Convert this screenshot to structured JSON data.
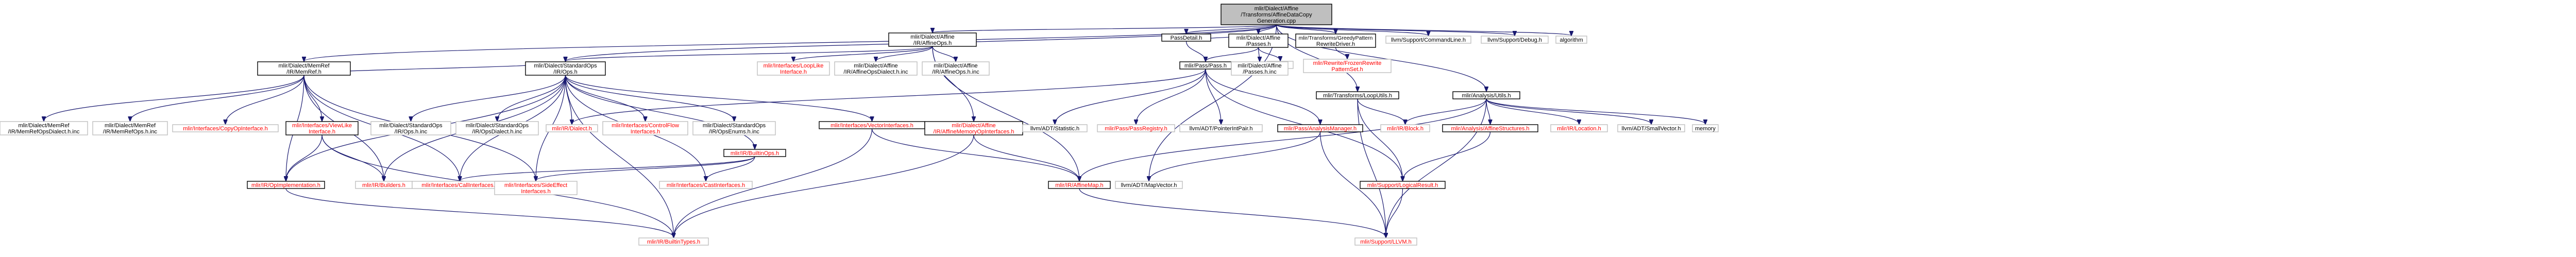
{
  "nodes": [
    {
      "id": "root",
      "lines": [
        "mlir/Dialect/Affine",
        "/Transforms/AffineDataCopy",
        "Generation.cpp"
      ],
      "kind": "root",
      "color": "black"
    },
    {
      "id": "memref",
      "lines": [
        "mlir/Dialect/MemRef",
        "/IR/MemRef.h"
      ],
      "kind": "normal",
      "color": "black"
    },
    {
      "id": "affineops",
      "lines": [
        "mlir/Dialect/Affine",
        "/IR/AffineOps.h"
      ],
      "kind": "normal",
      "color": "black"
    },
    {
      "id": "passdetail",
      "lines": [
        "PassDetail.h"
      ],
      "kind": "normal",
      "color": "black"
    },
    {
      "id": "affinepasses",
      "lines": [
        "mlir/Dialect/Affine",
        "/Passes.h"
      ],
      "kind": "normal",
      "color": "black"
    },
    {
      "id": "greedy",
      "lines": [
        "mlir/Transforms/GreedyPattern",
        "RewriteDriver.h"
      ],
      "kind": "normal",
      "color": "black"
    },
    {
      "id": "cmdline",
      "lines": [
        "llvm/Support/CommandLine.h"
      ],
      "kind": "missing",
      "color": "black"
    },
    {
      "id": "debug",
      "lines": [
        "llvm/Support/Debug.h"
      ],
      "kind": "missing",
      "color": "black"
    },
    {
      "id": "algorithm",
      "lines": [
        "algorithm"
      ],
      "kind": "missing",
      "color": "black"
    },
    {
      "id": "frozen",
      "lines": [
        "mlir/Rewrite/FrozenRewrite",
        "PatternSet.h"
      ],
      "kind": "missing",
      "color": "red"
    },
    {
      "id": "looputils",
      "lines": [
        "mlir/Transforms/LoopUtils.h"
      ],
      "kind": "normal",
      "color": "black"
    },
    {
      "id": "analysisutils",
      "lines": [
        "mlir/Analysis/Utils.h"
      ],
      "kind": "normal",
      "color": "black"
    },
    {
      "id": "limits",
      "lines": [
        "limits"
      ],
      "kind": "missing",
      "color": "black"
    },
    {
      "id": "passh",
      "lines": [
        "mlir/Pass/Pass.h"
      ],
      "kind": "normal",
      "color": "black"
    },
    {
      "id": "affinepasses2",
      "lines": [
        "mlir/Dialect/Affine",
        "/Passes.h.inc"
      ],
      "kind": "missing",
      "color": "black"
    },
    {
      "id": "stdops",
      "lines": [
        "mlir/Dialect/StandardOps",
        "/IR/Ops.h"
      ],
      "kind": "normal",
      "color": "black"
    },
    {
      "id": "loopinterface",
      "lines": [
        "mlir/Interfaces/LoopLike",
        "Interface.h"
      ],
      "kind": "missing",
      "color": "red"
    },
    {
      "id": "affdialectinc",
      "lines": [
        "mlir/Dialect/Affine",
        "/IR/AffineOpsDialect.h.inc"
      ],
      "kind": "missing",
      "color": "black"
    },
    {
      "id": "affopsinc",
      "lines": [
        "mlir/Dialect/Affine",
        "/IR/AffineOps.h.inc"
      ],
      "kind": "missing",
      "color": "black"
    },
    {
      "id": "memrefdialectinc",
      "lines": [
        "mlir/Dialect/MemRef",
        "/IR/MemRefOpsDialect.h.inc"
      ],
      "kind": "missing",
      "color": "black"
    },
    {
      "id": "memrefopsinc",
      "lines": [
        "mlir/Dialect/MemRef",
        "/IR/MemRefOps.h.inc"
      ],
      "kind": "missing",
      "color": "black"
    },
    {
      "id": "copyop",
      "lines": [
        "mlir/Interfaces/CopyOpInterface.h"
      ],
      "kind": "missing",
      "color": "red"
    },
    {
      "id": "viewlike",
      "lines": [
        "mlir/Interfaces/ViewLike",
        "Interface.h"
      ],
      "kind": "normal",
      "color": "red"
    },
    {
      "id": "stdopsinc",
      "lines": [
        "mlir/Dialect/StandardOps",
        "/IR/Ops.h.inc"
      ],
      "kind": "missing",
      "color": "black"
    },
    {
      "id": "stddialectinc",
      "lines": [
        "mlir/Dialect/StandardOps",
        "/IR/OpsDialect.h.inc"
      ],
      "kind": "missing",
      "color": "black"
    },
    {
      "id": "dialect",
      "lines": [
        "mlir/IR/Dialect.h"
      ],
      "kind": "missing",
      "color": "red"
    },
    {
      "id": "controlflow",
      "lines": [
        "mlir/Interfaces/ControlFlow",
        "Interfaces.h"
      ],
      "kind": "missing",
      "color": "red"
    },
    {
      "id": "stdenums",
      "lines": [
        "mlir/Dialect/StandardOps",
        "/IR/OpsEnums.h.inc"
      ],
      "kind": "missing",
      "color": "black"
    },
    {
      "id": "builtinops",
      "lines": [
        "mlir/IR/BuiltinOps.h"
      ],
      "kind": "normal",
      "color": "red"
    },
    {
      "id": "vectorif",
      "lines": [
        "mlir/Interfaces/VectorInterfaces.h"
      ],
      "kind": "normal",
      "color": "red"
    },
    {
      "id": "affmemop",
      "lines": [
        "mlir/Dialect/Affine",
        "/IR/AffineMemoryOpInterfaces.h"
      ],
      "kind": "normal",
      "color": "red"
    },
    {
      "id": "statistic",
      "lines": [
        "llvm/ADT/Statistic.h"
      ],
      "kind": "missing",
      "color": "black"
    },
    {
      "id": "passregistry",
      "lines": [
        "mlir/Pass/PassRegistry.h"
      ],
      "kind": "missing",
      "color": "red"
    },
    {
      "id": "ptrintpair",
      "lines": [
        "llvm/ADT/PointerIntPair.h"
      ],
      "kind": "missing",
      "color": "black"
    },
    {
      "id": "analysismgr",
      "lines": [
        "mlir/Pass/AnalysisManager.h"
      ],
      "kind": "normal",
      "color": "red"
    },
    {
      "id": "block",
      "lines": [
        "mlir/IR/Block.h"
      ],
      "kind": "missing",
      "color": "red"
    },
    {
      "id": "affstruct",
      "lines": [
        "mlir/Analysis/AffineStructures.h"
      ],
      "kind": "normal",
      "color": "red"
    },
    {
      "id": "location",
      "lines": [
        "mlir/IR/Location.h"
      ],
      "kind": "missing",
      "color": "red"
    },
    {
      "id": "smallvector",
      "lines": [
        "llvm/ADT/SmallVector.h"
      ],
      "kind": "missing",
      "color": "black"
    },
    {
      "id": "memory",
      "lines": [
        "memory"
      ],
      "kind": "missing",
      "color": "black"
    },
    {
      "id": "opimpl",
      "lines": [
        "mlir/IR/OpImplementation.h"
      ],
      "kind": "normal",
      "color": "red"
    },
    {
      "id": "builders",
      "lines": [
        "mlir/IR/Builders.h"
      ],
      "kind": "missing",
      "color": "red"
    },
    {
      "id": "callif",
      "lines": [
        "mlir/Interfaces/CallInterfaces.h"
      ],
      "kind": "missing",
      "color": "red"
    },
    {
      "id": "sideeffect",
      "lines": [
        "mlir/Interfaces/SideEffect",
        "Interfaces.h"
      ],
      "kind": "missing",
      "color": "red"
    },
    {
      "id": "castif",
      "lines": [
        "mlir/Interfaces/CastInterfaces.h"
      ],
      "kind": "missing",
      "color": "red"
    },
    {
      "id": "affinemap",
      "lines": [
        "mlir/IR/AffineMap.h"
      ],
      "kind": "normal",
      "color": "red"
    },
    {
      "id": "mapvector",
      "lines": [
        "llvm/ADT/MapVector.h"
      ],
      "kind": "missing",
      "color": "black"
    },
    {
      "id": "logicalresult",
      "lines": [
        "mlir/Support/LogicalResult.h"
      ],
      "kind": "normal",
      "color": "red"
    },
    {
      "id": "builtintypes",
      "lines": [
        "mlir/IR/BuiltinTypes.h"
      ],
      "kind": "missing",
      "color": "red"
    },
    {
      "id": "supportllvm",
      "lines": [
        "mlir/Support/LLVM.h"
      ],
      "kind": "missing",
      "color": "red"
    }
  ]
}
